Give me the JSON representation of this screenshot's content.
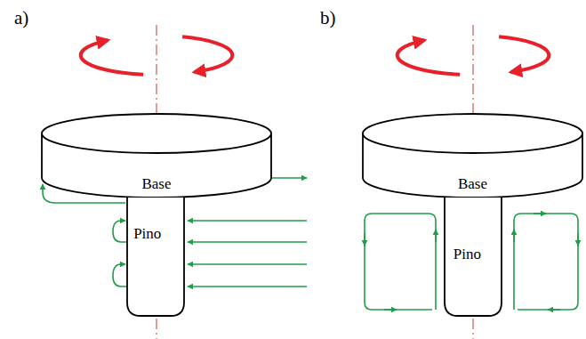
{
  "diagram": {
    "nodes": [
      {
        "text": [
          "Base"
        ]
      },
      {
        "text": [
          "Pino"
        ]
      },
      {
        "text": [
          "Base"
        ]
      },
      {
        "text": [
          "Pino"
        ]
      }
    ],
    "labels": [
      "a)",
      "b)"
    ]
  }
}
